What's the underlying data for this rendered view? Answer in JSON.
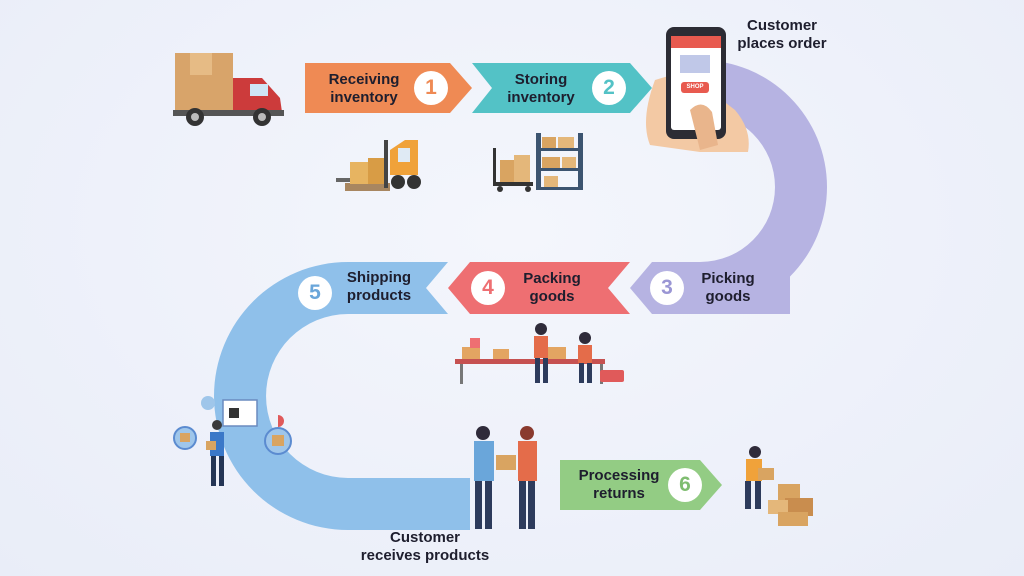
{
  "steps": [
    {
      "number": "1",
      "line1": "Receiving",
      "line2": "inventory"
    },
    {
      "number": "2",
      "line1": "Storing",
      "line2": "inventory"
    },
    {
      "number": "3",
      "line1": "Picking",
      "line2": "goods"
    },
    {
      "number": "4",
      "line1": "Packing",
      "line2": "goods"
    },
    {
      "number": "5",
      "line1": "Shipping",
      "line2": "products"
    },
    {
      "number": "6",
      "line1": "Processing",
      "line2": "returns"
    }
  ],
  "captions": {
    "order": {
      "line1": "Customer",
      "line2": "places order"
    },
    "receive": {
      "line1": "Customer",
      "line2": "receives products"
    }
  },
  "phone": {
    "button": "SHOP"
  },
  "colors": {
    "step1": "#ef8a54",
    "step2": "#53c2c6",
    "step3": "#b6b3e2",
    "step4": "#ee6f72",
    "step5": "#8fc0ea",
    "step6": "#93cc84"
  }
}
